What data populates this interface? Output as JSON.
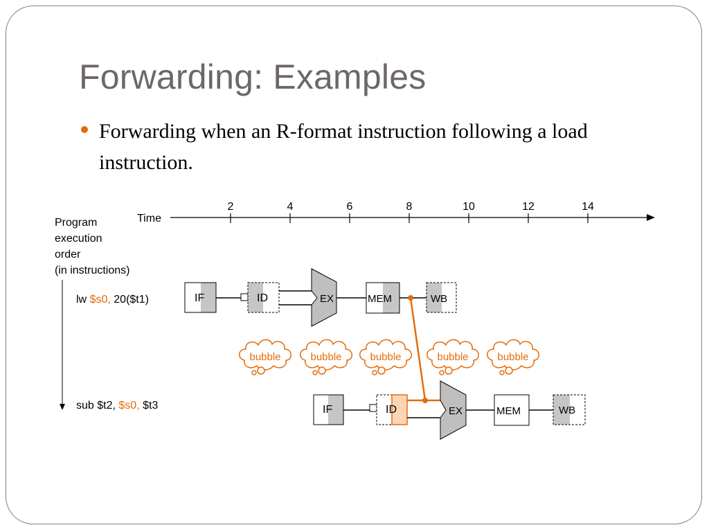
{
  "slide": {
    "title": "Forwarding: Examples",
    "bullet": "Forwarding when an R-format instruction following a load instruction."
  },
  "diagram": {
    "time_label": "Time",
    "time_ticks": [
      "2",
      "4",
      "6",
      "8",
      "10",
      "12",
      "14"
    ],
    "axis_title_lines": [
      "Program",
      "execution",
      "order",
      "(in instructions)"
    ],
    "instruction_1": {
      "op": "lw",
      "reg": "$s0,",
      "rest": "20($t1)"
    },
    "instruction_2": {
      "op": "sub $t2,",
      "reg": "$s0,",
      "rest": "$t3"
    },
    "stages": {
      "if": "IF",
      "id": "ID",
      "ex": "EX",
      "mem": "MEM",
      "wb": "WB"
    },
    "bubble_label": "bubble",
    "colors": {
      "accent": "#e46c0a",
      "stage_shade": "#c6c6c6",
      "hazard_fill": "#fbd5b5",
      "alu_fill": "#bfbfbf"
    }
  }
}
